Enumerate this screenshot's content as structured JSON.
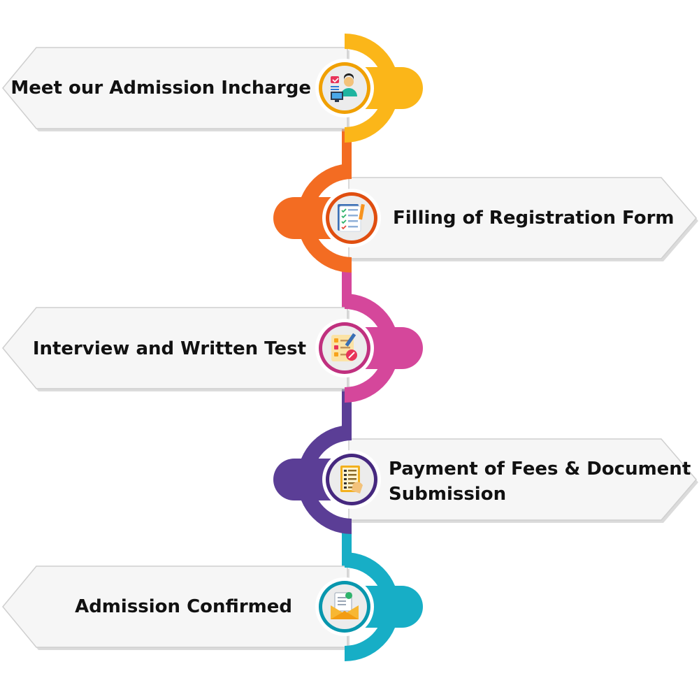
{
  "steps": [
    {
      "label_lines": [
        "Meet our Admission Incharge"
      ],
      "color": "#fbb619",
      "color_dark": "#f0a000",
      "icon": "admission-incharge-icon"
    },
    {
      "label_lines": [
        "Filling of Registration Form"
      ],
      "color": "#f36c22",
      "color_dark": "#e04e10",
      "icon": "registration-form-icon"
    },
    {
      "label_lines": [
        "Interview and Written Test"
      ],
      "color": "#d5479b",
      "color_dark": "#c0307f",
      "icon": "written-test-icon"
    },
    {
      "label_lines": [
        "Payment of Fees & Document",
        "Submission"
      ],
      "color": "#5b3e96",
      "color_dark": "#46287f",
      "icon": "fee-payment-icon"
    },
    {
      "label_lines": [
        "Admission Confirmed"
      ],
      "color": "#17aec6",
      "color_dark": "#0897ae",
      "icon": "admission-confirmed-icon"
    }
  ],
  "colors": {
    "card_fill": "#f6f6f6",
    "card_stroke": "#cfcfcf",
    "card_shadow": "#bdbdbd",
    "icon_bg": "#ececec"
  }
}
